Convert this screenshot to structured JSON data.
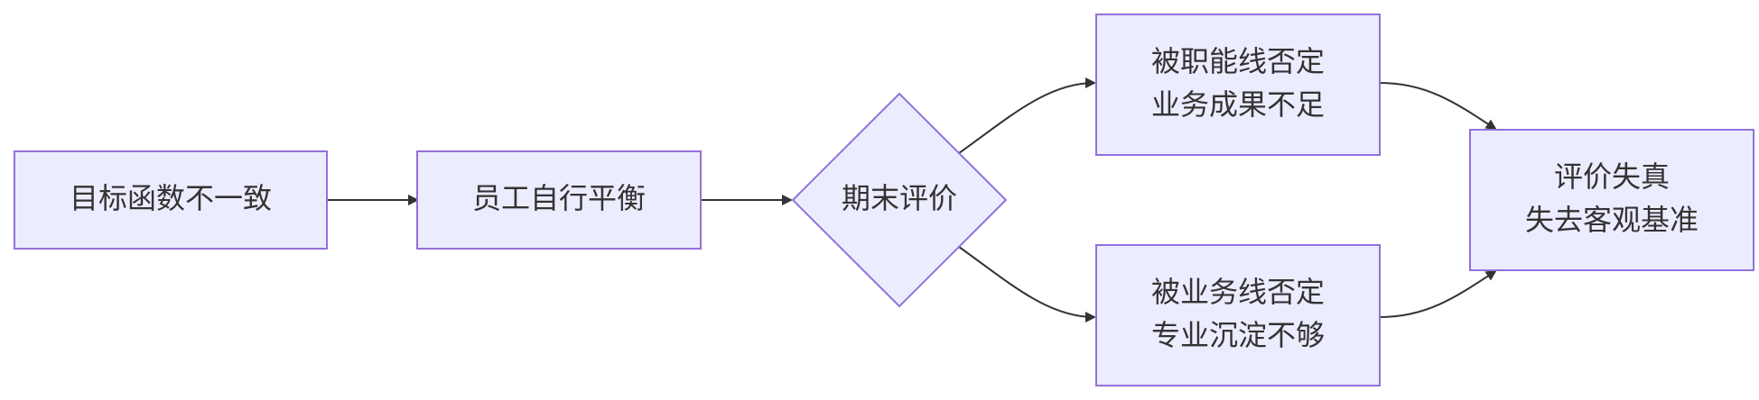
{
  "colors": {
    "node_fill": "#ECECFF",
    "node_stroke": "#9370DB",
    "edge": "#333333",
    "text": "#333333"
  },
  "nodes": {
    "goal_misaligned": {
      "lines": [
        "目标函数不一致"
      ]
    },
    "self_balance": {
      "lines": [
        "员工自行平衡"
      ]
    },
    "period_review": {
      "lines": [
        "期末评价"
      ]
    },
    "rejected_by_function": {
      "lines": [
        "被职能线否定",
        "业务成果不足"
      ]
    },
    "rejected_by_business": {
      "lines": [
        "被业务线否定",
        "专业沉淀不够"
      ]
    },
    "evaluation_distortion": {
      "lines": [
        "评价失真",
        "失去客观基准"
      ]
    }
  },
  "edges": [
    {
      "from": "goal_misaligned",
      "to": "self_balance"
    },
    {
      "from": "self_balance",
      "to": "period_review"
    },
    {
      "from": "period_review",
      "to": "rejected_by_function"
    },
    {
      "from": "period_review",
      "to": "rejected_by_business"
    },
    {
      "from": "rejected_by_function",
      "to": "evaluation_distortion"
    },
    {
      "from": "rejected_by_business",
      "to": "evaluation_distortion"
    }
  ]
}
